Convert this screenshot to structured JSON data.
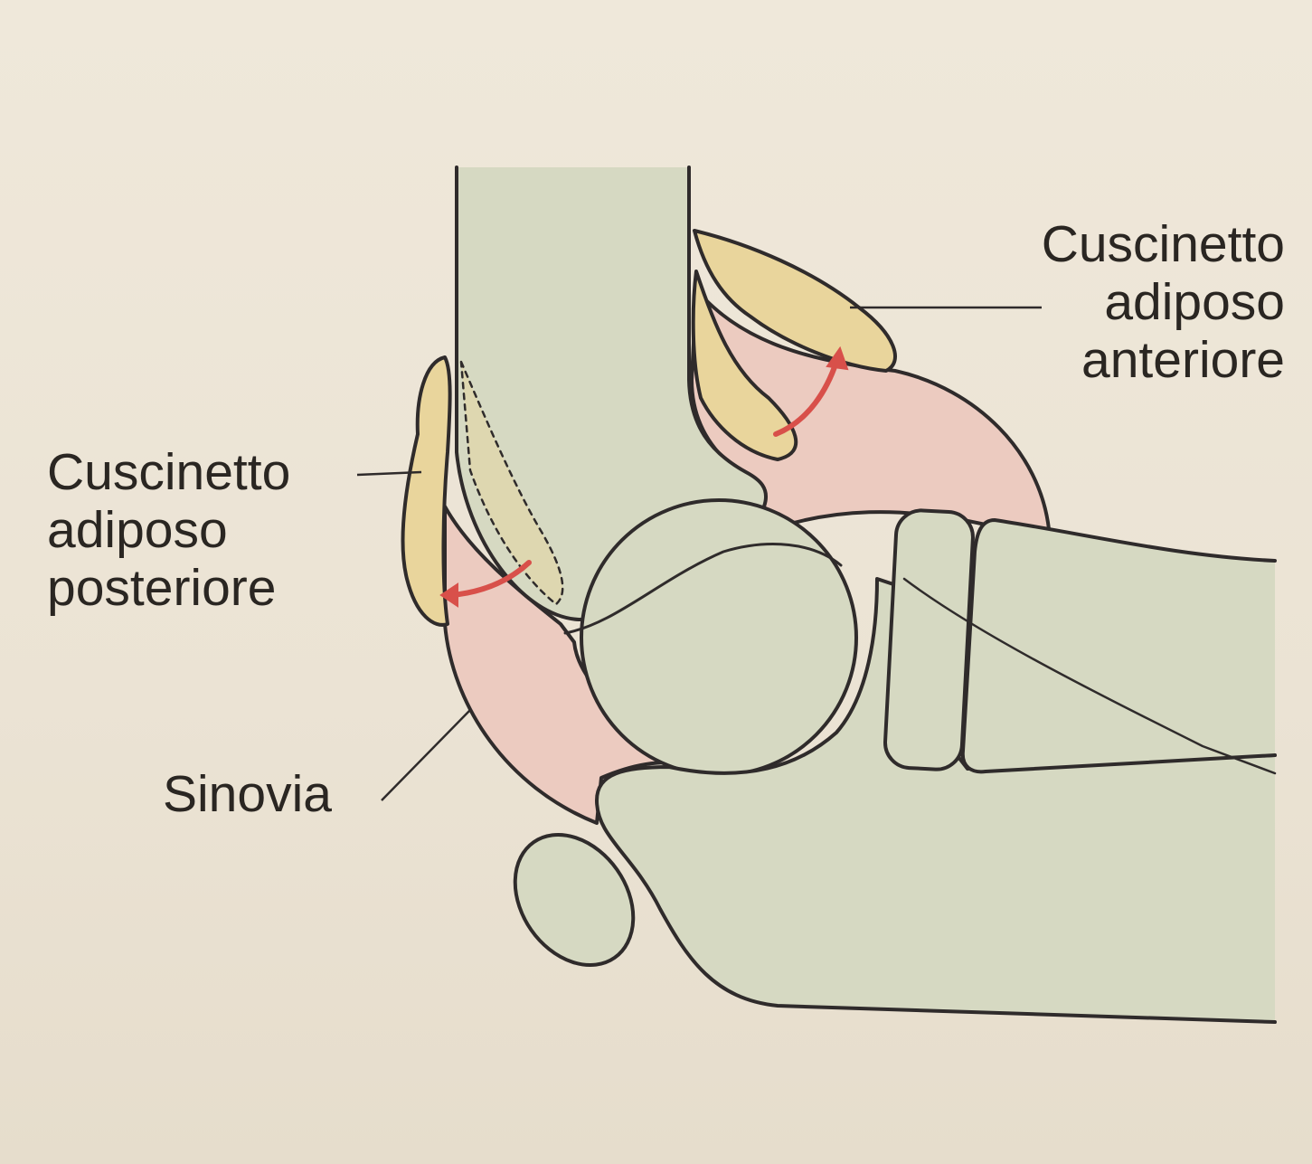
{
  "labels": {
    "anterior": [
      "Cuscinetto",
      "adiposo",
      "anteriore"
    ],
    "posterior": [
      "Cuscinetto",
      "adiposo",
      "posteriore"
    ],
    "synovia": "Sinovia"
  },
  "colors": {
    "background": "#ebe3d5",
    "bone": "#d6d9c2",
    "synovium": "#eccbc0",
    "fat": "#e9d59c",
    "arrow": "#d8504a",
    "outline": "#2f2b2b"
  }
}
